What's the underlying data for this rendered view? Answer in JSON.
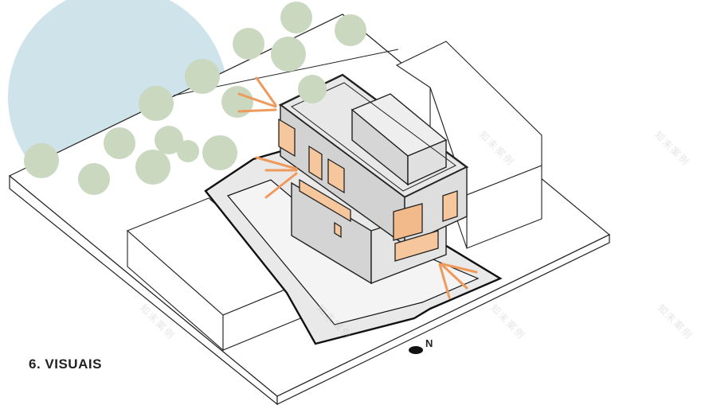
{
  "title": "6. VISUAIS",
  "north_label": "N",
  "watermark": "知末案例",
  "colors": {
    "sky": "#cfe3ea",
    "tree": "#c9d8bf",
    "building": "#dcdcdc",
    "roof": "#e3e3e3",
    "window": "#f6c79c",
    "arrow": "#ee9a5c",
    "line": "#222222"
  }
}
